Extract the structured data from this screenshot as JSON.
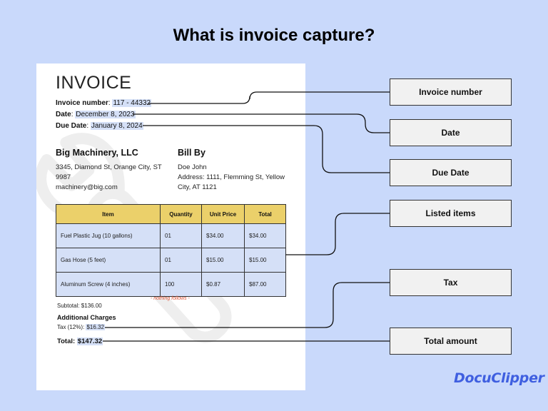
{
  "title": "What is invoice capture?",
  "invoice": {
    "heading": "INVOICE",
    "number_label": "Invoice number",
    "number_value": "117 - 44332",
    "date_label": "Date",
    "date_value": "December 8, 2023",
    "due_label": "Due Date",
    "due_value": "January 8, 2024",
    "seller": {
      "name": "Big Machinery, LLC",
      "address": "3345, Diamond St, Orange City, ST 9987",
      "email": "machinery@big.com"
    },
    "bill_to": {
      "heading": "Bill By",
      "name": "Doe John",
      "address": "Address: 1111, Flemming St, Yellow City, AT 1121"
    },
    "table": {
      "headers": [
        "Item",
        "Quantity",
        "Unit Price",
        "Total"
      ],
      "rows": [
        [
          "Fuel Plastic Jug (10 gallons)",
          "01",
          "$34.00",
          "$34.00"
        ],
        [
          "Gas Hose (5 feet)",
          "01",
          "$15.00",
          "$15.00"
        ],
        [
          "Aluminum Screw (4 inches)",
          "100",
          "$0.87",
          "$87.00"
        ]
      ]
    },
    "nothing_follows": "- nothing follows -",
    "subtotal": "Subtotal: $136.00",
    "additional_charges": "Additional Charges",
    "tax_label": "Tax (12%):",
    "tax_value": "$16.32",
    "total_label": "Total:",
    "total_value": "$147.32"
  },
  "callouts": {
    "invoice_number": "Invoice number",
    "date": "Date",
    "due_date": "Due Date",
    "listed_items": "Listed items",
    "tax": "Tax",
    "total_amount": "Total amount"
  },
  "brand": "DocuClipper",
  "colors": {
    "background": "#c9d9fb",
    "highlight": "#d5e0f7",
    "table_header": "#ebd06a",
    "brand": "#3f5fe0"
  }
}
